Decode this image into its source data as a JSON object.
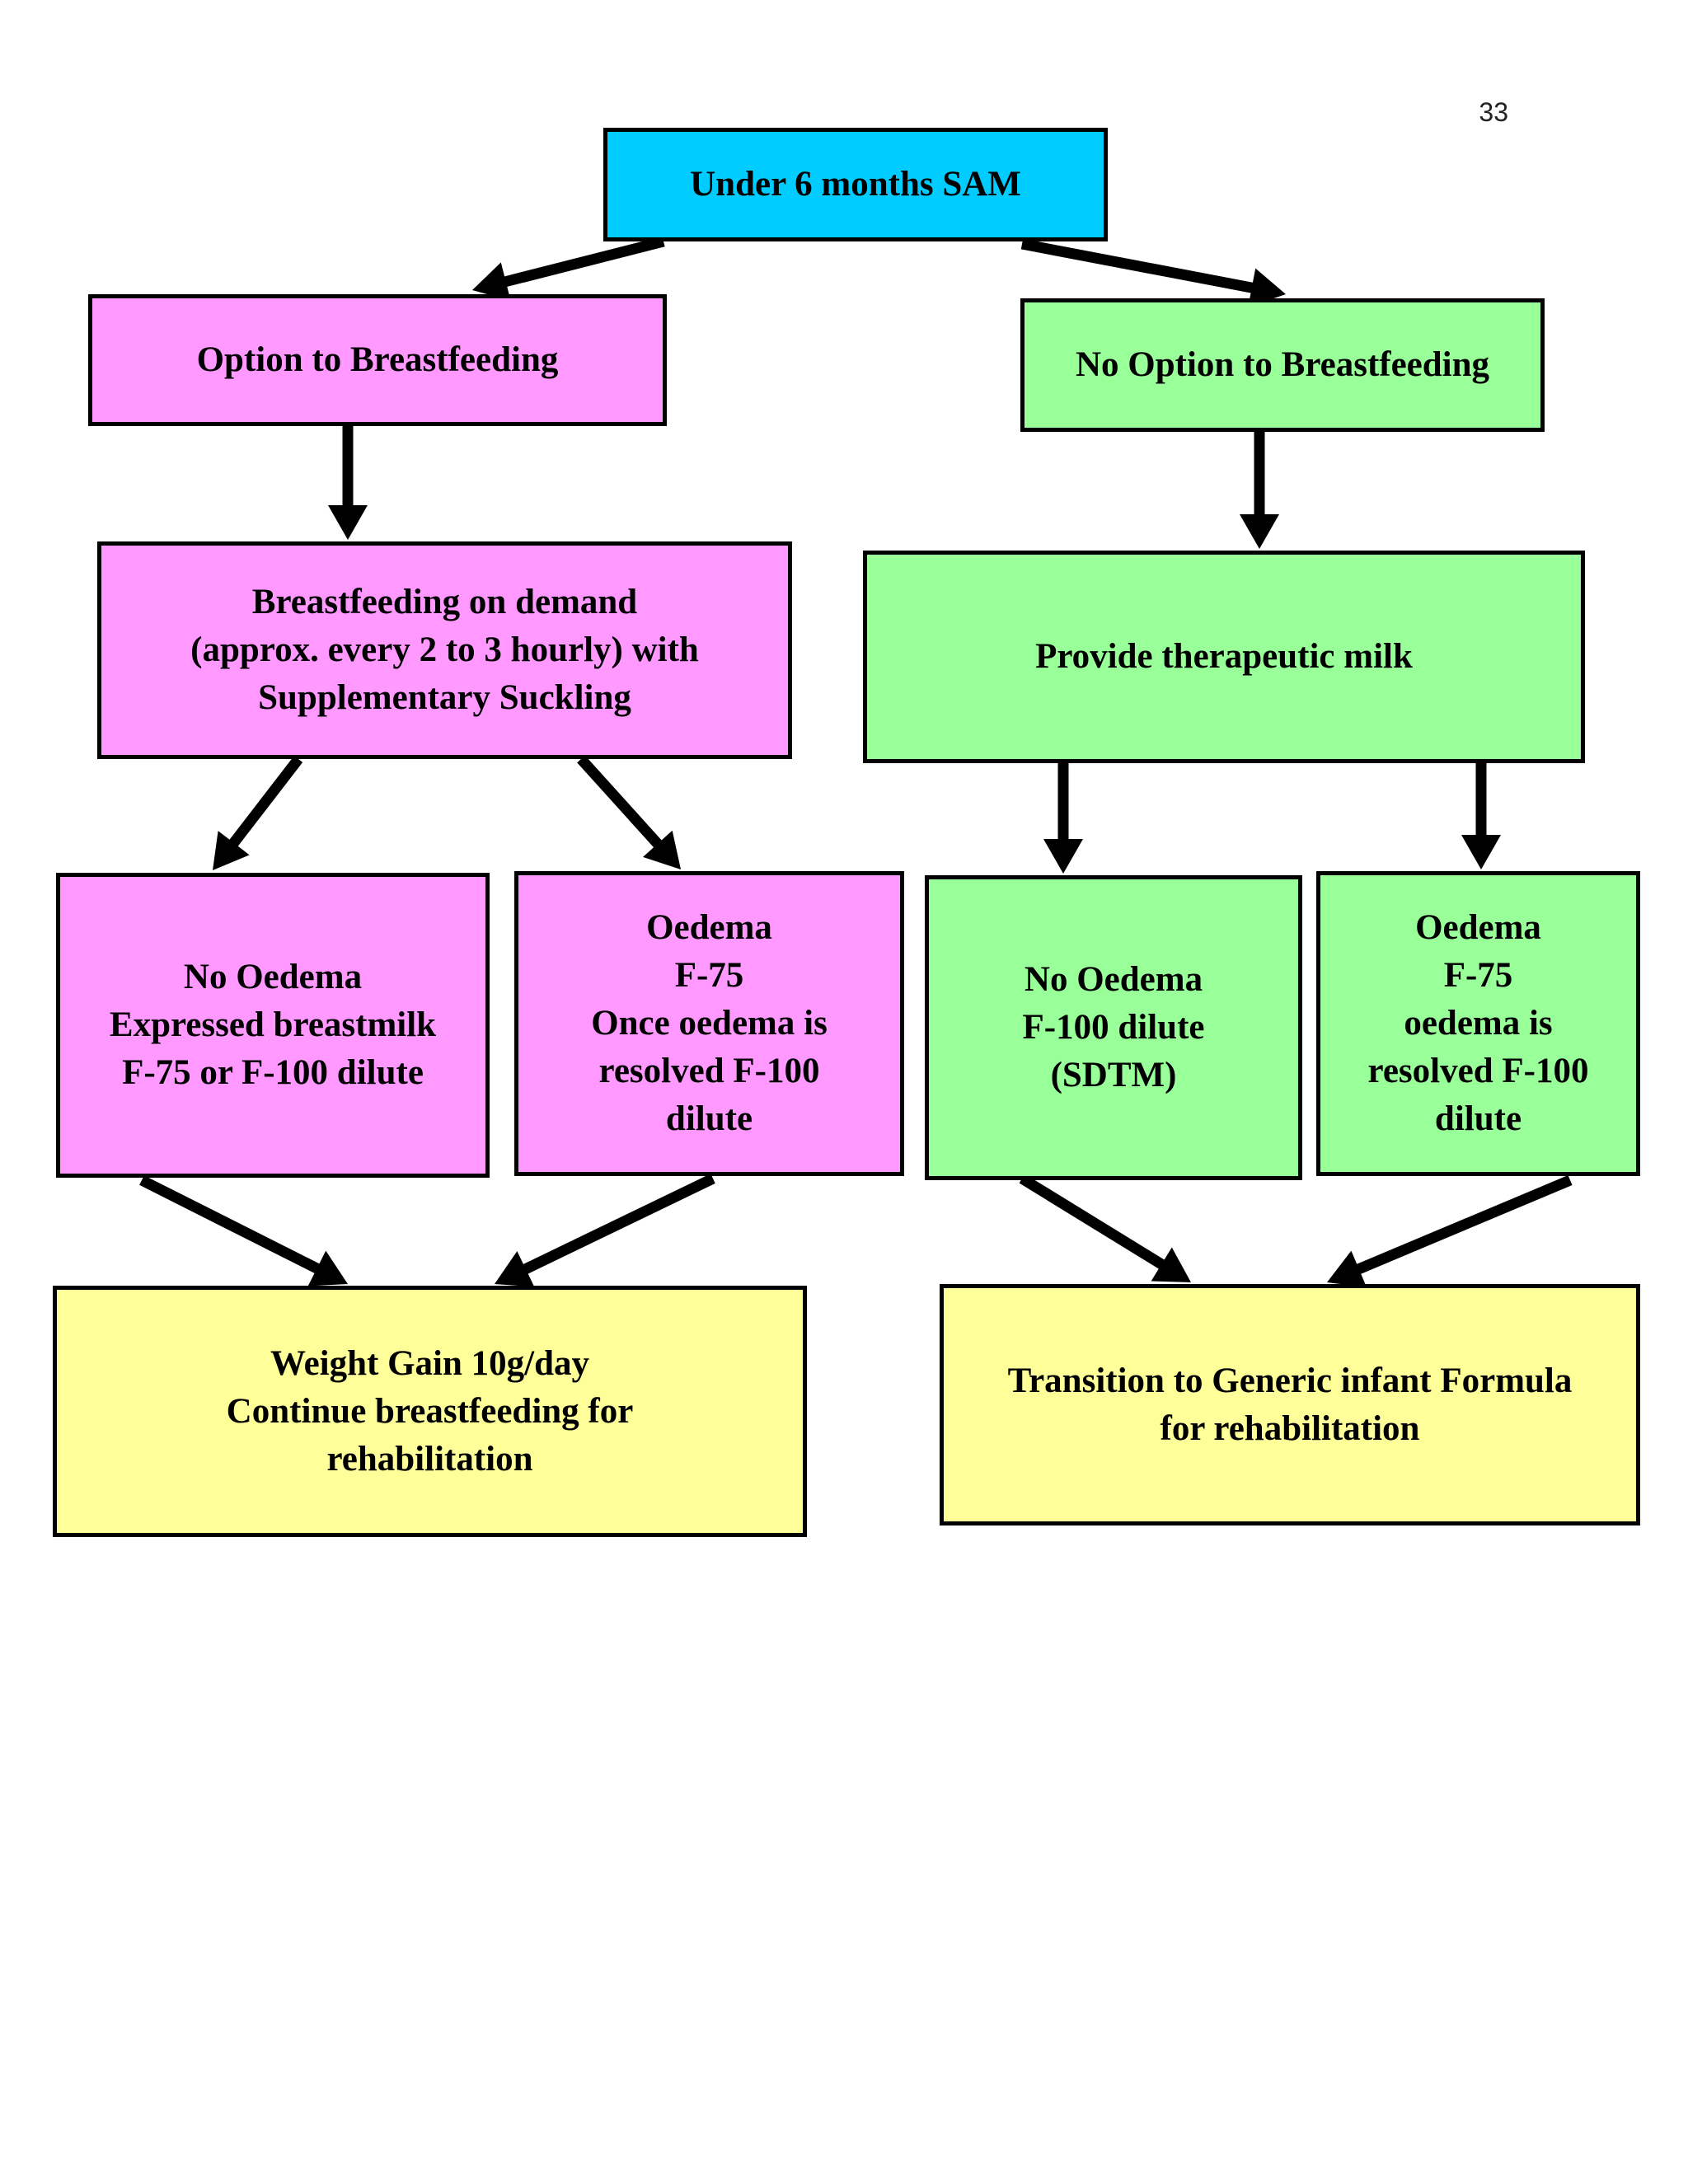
{
  "page_number": "33",
  "colors": {
    "root": "#00ccff",
    "breastfeeding_branch": "#ff99ff",
    "no_breastfeeding_branch": "#99ff99",
    "outcome": "#ffff99",
    "border_and_arrows": "#000000"
  },
  "nodes": {
    "root": {
      "lines": [
        "Under 6 months SAM"
      ]
    },
    "option_breastfeeding": {
      "lines": [
        "Option to Breastfeeding"
      ]
    },
    "no_option_breastfeeding": {
      "lines": [
        "No Option to Breastfeeding"
      ]
    },
    "breastfeeding_on_demand": {
      "lines": [
        "Breastfeeding on demand",
        "(approx. every 2 to 3 hourly) with",
        "Supplementary Suckling"
      ]
    },
    "provide_therapeutic_milk": {
      "lines": [
        "Provide therapeutic milk"
      ]
    },
    "bf_no_oedema": {
      "lines": [
        "No Oedema",
        "Expressed breastmilk",
        "F-75 or F-100 dilute"
      ]
    },
    "bf_oedema": {
      "lines": [
        "Oedema",
        "F-75",
        "Once oedema is",
        "resolved F-100",
        "dilute"
      ]
    },
    "milk_no_oedema": {
      "lines": [
        "No Oedema",
        "F-100 dilute",
        "(SDTM)"
      ]
    },
    "milk_oedema": {
      "lines": [
        "Oedema",
        "F-75",
        "oedema is",
        "resolved F-100",
        "dilute"
      ]
    },
    "weight_gain": {
      "lines": [
        "Weight Gain 10g/day",
        "Continue breastfeeding for",
        "rehabilitation"
      ]
    },
    "transition": {
      "lines": [
        "Transition to Generic infant Formula",
        "for rehabilitation"
      ]
    }
  },
  "edges": [
    {
      "from": "root",
      "to": "option_breastfeeding"
    },
    {
      "from": "root",
      "to": "no_option_breastfeeding"
    },
    {
      "from": "option_breastfeeding",
      "to": "breastfeeding_on_demand"
    },
    {
      "from": "no_option_breastfeeding",
      "to": "provide_therapeutic_milk"
    },
    {
      "from": "breastfeeding_on_demand",
      "to": "bf_no_oedema"
    },
    {
      "from": "breastfeeding_on_demand",
      "to": "bf_oedema"
    },
    {
      "from": "provide_therapeutic_milk",
      "to": "milk_no_oedema"
    },
    {
      "from": "provide_therapeutic_milk",
      "to": "milk_oedema"
    },
    {
      "from": "bf_no_oedema",
      "to": "weight_gain"
    },
    {
      "from": "bf_oedema",
      "to": "weight_gain"
    },
    {
      "from": "milk_no_oedema",
      "to": "transition"
    },
    {
      "from": "milk_oedema",
      "to": "transition"
    }
  ]
}
